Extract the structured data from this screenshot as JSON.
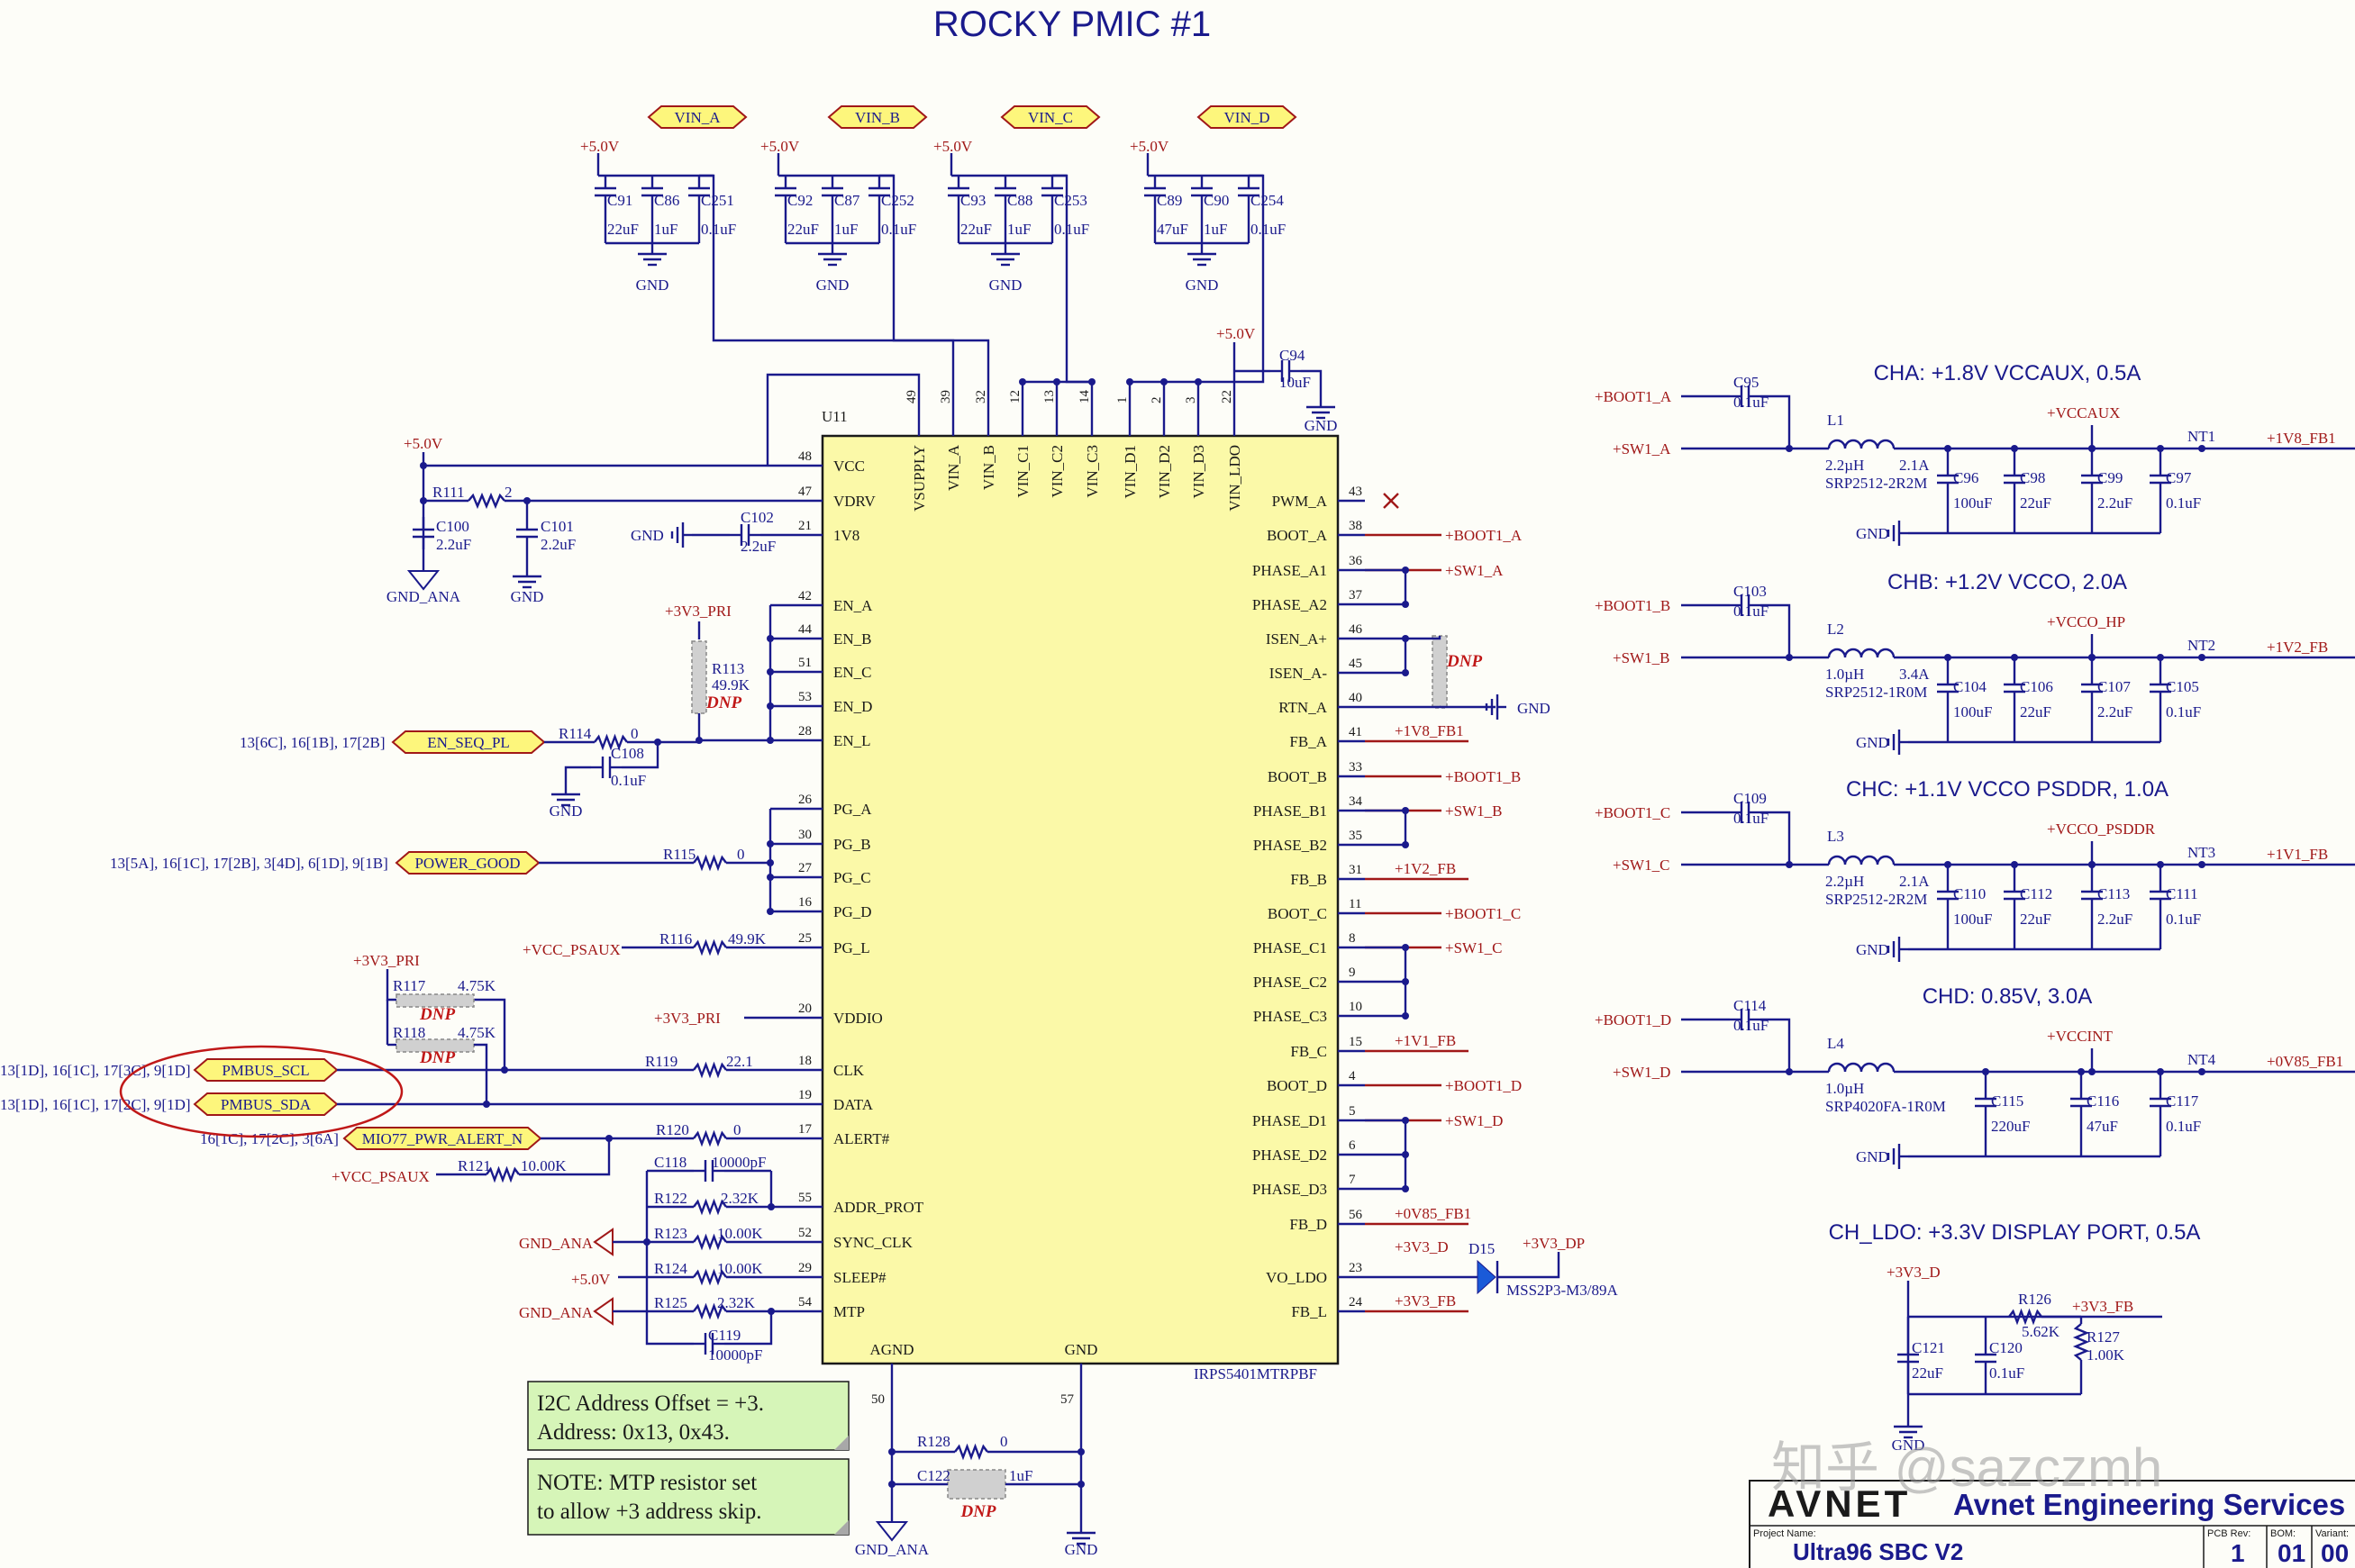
{
  "title": "ROCKY PMIC #1",
  "ic": {
    "ref": "U11",
    "part": "IRPS5401MTRPBF",
    "top_pins": [
      {
        "num": "49",
        "name": "VSUPPLY"
      },
      {
        "num": "39",
        "name": "VIN_A"
      },
      {
        "num": "32",
        "name": "VIN_B"
      },
      {
        "num": "12",
        "name": "VIN_C1"
      },
      {
        "num": "13",
        "name": "VIN_C2"
      },
      {
        "num": "14",
        "name": "VIN_C3"
      },
      {
        "num": "1",
        "name": "VIN_D1"
      },
      {
        "num": "2",
        "name": "VIN_D2"
      },
      {
        "num": "3",
        "name": "VIN_D3"
      },
      {
        "num": "22",
        "name": "VIN_LDO"
      }
    ],
    "left_pins": [
      {
        "num": "48",
        "name": "VCC"
      },
      {
        "num": "47",
        "name": "VDRV"
      },
      {
        "num": "21",
        "name": "1V8"
      },
      {
        "num": "42",
        "name": "EN_A"
      },
      {
        "num": "44",
        "name": "EN_B"
      },
      {
        "num": "51",
        "name": "EN_C"
      },
      {
        "num": "53",
        "name": "EN_D"
      },
      {
        "num": "28",
        "name": "EN_L"
      },
      {
        "num": "26",
        "name": "PG_A"
      },
      {
        "num": "30",
        "name": "PG_B"
      },
      {
        "num": "27",
        "name": "PG_C"
      },
      {
        "num": "16",
        "name": "PG_D"
      },
      {
        "num": "25",
        "name": "PG_L"
      },
      {
        "num": "20",
        "name": "VDDIO"
      },
      {
        "num": "18",
        "name": "CLK"
      },
      {
        "num": "19",
        "name": "DATA"
      },
      {
        "num": "17",
        "name": "ALERT#"
      },
      {
        "num": "55",
        "name": "ADDR_PROT"
      },
      {
        "num": "52",
        "name": "SYNC_CLK"
      },
      {
        "num": "29",
        "name": "SLEEP#"
      },
      {
        "num": "54",
        "name": "MTP"
      }
    ],
    "right_pins": [
      {
        "num": "43",
        "name": "PWM_A"
      },
      {
        "num": "38",
        "name": "BOOT_A"
      },
      {
        "num": "36",
        "name": "PHASE_A1"
      },
      {
        "num": "37",
        "name": "PHASE_A2"
      },
      {
        "num": "46",
        "name": "ISEN_A+"
      },
      {
        "num": "45",
        "name": "ISEN_A-"
      },
      {
        "num": "40",
        "name": "RTN_A"
      },
      {
        "num": "41",
        "name": "FB_A"
      },
      {
        "num": "33",
        "name": "BOOT_B"
      },
      {
        "num": "34",
        "name": "PHASE_B1"
      },
      {
        "num": "35",
        "name": "PHASE_B2"
      },
      {
        "num": "31",
        "name": "FB_B"
      },
      {
        "num": "11",
        "name": "BOOT_C"
      },
      {
        "num": "8",
        "name": "PHASE_C1"
      },
      {
        "num": "9",
        "name": "PHASE_C2"
      },
      {
        "num": "10",
        "name": "PHASE_C3"
      },
      {
        "num": "15",
        "name": "FB_C"
      },
      {
        "num": "4",
        "name": "BOOT_D"
      },
      {
        "num": "5",
        "name": "PHASE_D1"
      },
      {
        "num": "6",
        "name": "PHASE_D2"
      },
      {
        "num": "7",
        "name": "PHASE_D3"
      },
      {
        "num": "56",
        "name": "FB_D"
      },
      {
        "num": "23",
        "name": "VO_LDO"
      },
      {
        "num": "24",
        "name": "FB_L"
      }
    ],
    "bottom_pins": [
      {
        "num": "50",
        "name": "AGND"
      },
      {
        "num": "57",
        "name": "GND"
      }
    ]
  },
  "right_nets": [
    "+BOOT1_A",
    "+SW1_A",
    "",
    "",
    "",
    "GND",
    "+1V8_FB1",
    "+BOOT1_B",
    "+SW1_B",
    "",
    "+1V2_FB",
    "+BOOT1_C",
    "+SW1_C",
    "",
    "",
    "+1V1_FB",
    "+BOOT1_D",
    "+SW1_D",
    "",
    "",
    "+0V85_FB1",
    "",
    "+3V3_FB"
  ],
  "input_groups": [
    {
      "flag": "VIN_A",
      "rail": "+5.0V",
      "gnd": "GND",
      "caps": [
        {
          "ref": "C91",
          "val": "22uF"
        },
        {
          "ref": "C86",
          "val": "1uF"
        },
        {
          "ref": "C251",
          "val": "0.1uF"
        }
      ]
    },
    {
      "flag": "VIN_B",
      "rail": "+5.0V",
      "gnd": "GND",
      "caps": [
        {
          "ref": "C92",
          "val": "22uF"
        },
        {
          "ref": "C87",
          "val": "1uF"
        },
        {
          "ref": "C252",
          "val": "0.1uF"
        }
      ]
    },
    {
      "flag": "VIN_C",
      "rail": "+5.0V",
      "gnd": "GND",
      "caps": [
        {
          "ref": "C93",
          "val": "22uF"
        },
        {
          "ref": "C88",
          "val": "1uF"
        },
        {
          "ref": "C253",
          "val": "0.1uF"
        }
      ]
    },
    {
      "flag": "VIN_D",
      "rail": "+5.0V",
      "gnd": "GND",
      "caps": [
        {
          "ref": "C89",
          "val": "47uF"
        },
        {
          "ref": "C90",
          "val": "1uF"
        },
        {
          "ref": "C254",
          "val": "0.1uF"
        }
      ]
    }
  ],
  "ldo_input": {
    "rail": "+5.0V",
    "cap": "C94",
    "val": "10uF",
    "gnd": "GND"
  },
  "left_parts": {
    "vcc_rail": "+5.0V",
    "r111": "R111",
    "r111_val": "2",
    "c100": "C100",
    "c100_val": "2.2uF",
    "c101": "C101",
    "c101_val": "2.2uF",
    "gnd_ana": "GND_ANA",
    "gnd": "GND",
    "c102_gnd": "GND",
    "c102": "C102",
    "c102_val": "2.2uF",
    "en_pull_rail": "+3V3_PRI",
    "r113": "R113",
    "r113_val": "49.9K",
    "dnp": "DNP",
    "en_ref": "13[6C], 16[1B], 17[2B]",
    "en_net": "EN_SEQ_PL",
    "r114": "R114",
    "r114_val": "0",
    "c108": "C108",
    "c108_val": "0.1uF",
    "en_gnd": "GND",
    "pg_ref": "13[5A], 16[1C], 17[2B], 3[4D], 6[1D], 9[1B]",
    "pg_net": "POWER_GOOD",
    "r115": "R115",
    "r115_val": "0",
    "pgl_rail": "+VCC_PSAUX",
    "r116": "R116",
    "r116_val": "49.9K",
    "vddio_rail": "+3V3_PRI",
    "pmbus_rail": "+3V3_PRI",
    "r117": "R117",
    "r117_val": "4.75K",
    "r118": "R118",
    "r118_val": "4.75K",
    "scl_ref": "13[1D], 16[1C], 17[3C], 9[1D]",
    "scl_net": "PMBUS_SCL",
    "r119": "R119",
    "r119_val": "22.1",
    "sda_ref": "13[1D], 16[1C], 17[2C], 9[1D]",
    "sda_net": "PMBUS_SDA",
    "alert_ref": "16[1C], 17[2C], 3[6A]",
    "alert_net": "MIO77_PWR_ALERT_N",
    "r120": "R120",
    "r120_val": "0",
    "alert_rail": "+VCC_PSAUX",
    "r121": "R121",
    "r121_val": "10.00K",
    "c118": "C118",
    "c118_val": "10000pF",
    "r122": "R122",
    "r122_val": "2.32K",
    "r123": "R123",
    "r123_val": "10.00K",
    "r124": "R124",
    "r124_val": "10.00K",
    "sleep_rail": "+5.0V",
    "r125": "R125",
    "r125_val": "2.32K",
    "c119": "C119",
    "c119_val": "10000pF"
  },
  "bottom_parts": {
    "r128": "R128",
    "r128_val": "0",
    "c12x": "C122",
    "c12x_val": "1uF",
    "dnp": "DNP",
    "agnd": "GND_ANA",
    "gnd": "GND"
  },
  "ldo_out": {
    "in_rail": "+3V3_D",
    "out_rail": "+3V3_DP",
    "diode": "D15",
    "diode_part": "MSS2P3-M3/89A",
    "fb": "+3V3_FB"
  },
  "notes": [
    {
      "line1": "I2C Address Offset = +3.",
      "line2": "Address: 0x13, 0x43."
    },
    {
      "line1": "NOTE: MTP resistor set",
      "line2": "to allow +3 address skip."
    }
  ],
  "channels": [
    {
      "title": "CHA: +1.8V VCCAUX, 0.5A",
      "boot": "+BOOT1_A",
      "sw": "+SW1_A",
      "cboot": "C95",
      "cboot_val": "0.1uF",
      "l": "L1",
      "l_val": "2.2µH",
      "l_cur": "2.1A",
      "l_part": "SRP2512-2R2M",
      "rail": "+VCCAUX",
      "nt": "NT1",
      "fb": "+1V8_FB1",
      "gnd": "GND",
      "caps": [
        {
          "ref": "C96",
          "val": "100uF"
        },
        {
          "ref": "C98",
          "val": "22uF"
        },
        {
          "ref": "C99",
          "val": "2.2uF"
        },
        {
          "ref": "C97",
          "val": "0.1uF"
        }
      ]
    },
    {
      "title": "CHB: +1.2V VCCO, 2.0A",
      "boot": "+BOOT1_B",
      "sw": "+SW1_B",
      "cboot": "C103",
      "cboot_val": "0.1uF",
      "l": "L2",
      "l_val": "1.0µH",
      "l_cur": "3.4A",
      "l_part": "SRP2512-1R0M",
      "rail": "+VCCO_HP",
      "nt": "NT2",
      "fb": "+1V2_FB",
      "gnd": "GND",
      "caps": [
        {
          "ref": "C104",
          "val": "100uF"
        },
        {
          "ref": "C106",
          "val": "22uF"
        },
        {
          "ref": "C107",
          "val": "2.2uF"
        },
        {
          "ref": "C105",
          "val": "0.1uF"
        }
      ]
    },
    {
      "title": "CHC: +1.1V VCCO PSDDR, 1.0A",
      "boot": "+BOOT1_C",
      "sw": "+SW1_C",
      "cboot": "C109",
      "cboot_val": "0.1uF",
      "l": "L3",
      "l_val": "2.2µH",
      "l_cur": "2.1A",
      "l_part": "SRP2512-2R2M",
      "rail": "+VCCO_PSDDR",
      "nt": "NT3",
      "fb": "+1V1_FB",
      "gnd": "GND",
      "caps": [
        {
          "ref": "C110",
          "val": "100uF"
        },
        {
          "ref": "C112",
          "val": "22uF"
        },
        {
          "ref": "C113",
          "val": "2.2uF"
        },
        {
          "ref": "C111",
          "val": "0.1uF"
        }
      ]
    },
    {
      "title": "CHD: 0.85V, 3.0A",
      "boot": "+BOOT1_D",
      "sw": "+SW1_D",
      "cboot": "C114",
      "cboot_val": "0.1uF",
      "l": "L4",
      "l_val": "1.0µH",
      "l_cur": "",
      "l_part": "SRP4020FA-1R0M",
      "rail": "+VCCINT",
      "nt": "NT4",
      "fb": "+0V85_FB1",
      "gnd": "GND",
      "caps": [
        {
          "ref": "C115",
          "val": "220uF"
        },
        {
          "ref": "C116",
          "val": "47uF"
        },
        {
          "ref": "C117",
          "val": "0.1uF"
        }
      ]
    }
  ],
  "ldo_channel": {
    "title": "CH_LDO: +3.3V DISPLAY PORT, 0.5A",
    "rail": "+3V3_D",
    "fb": "+3V3_FB",
    "r126": "R126",
    "r126_val": "5.62K",
    "r127": "R127",
    "r127_val": "1.00K",
    "gnd": "GND",
    "caps": [
      {
        "ref": "C121",
        "val": "22uF"
      },
      {
        "ref": "C120",
        "val": "0.1uF"
      }
    ]
  },
  "title_block": {
    "logo": "AVNET",
    "company": "Avnet Engineering Services",
    "project_label": "Project Name:",
    "project": "Ultra96 SBC V2",
    "rev_label": "PCB Rev:",
    "rev": "1",
    "bom_label": "BOM:",
    "bom": "01",
    "var_label": "Variant:",
    "var": "00"
  },
  "watermark": "知乎 @sazczmh",
  "colors": {
    "wire": "#1a1a8c",
    "net": "#a01818",
    "ic_fill": "#fbf9a8",
    "note_fill": "#d6f5b8",
    "flag_fill": "#fdf67c",
    "circle": "#c01818"
  }
}
